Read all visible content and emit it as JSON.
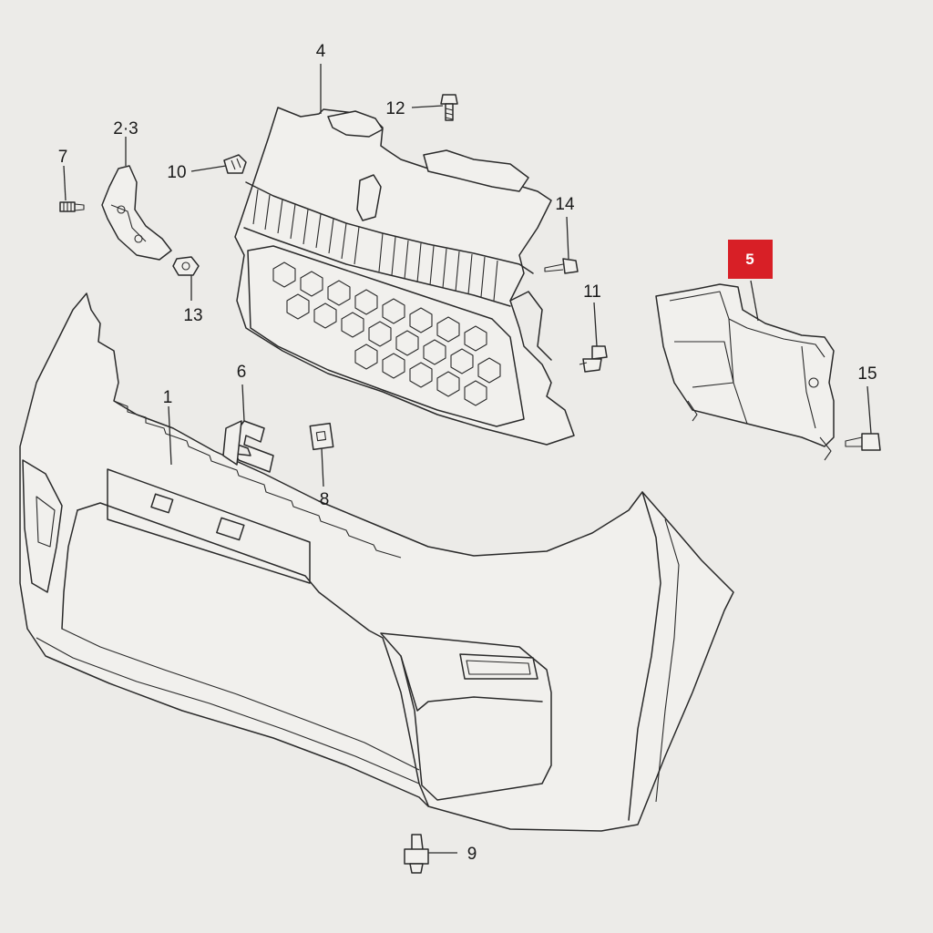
{
  "callouts": {
    "part_1": "1",
    "part_2_3": "2·3",
    "part_4": "4",
    "part_5": "5",
    "part_6": "6",
    "part_7": "7",
    "part_8": "8",
    "part_9": "9",
    "part_10": "10",
    "part_11": "11",
    "part_12": "12",
    "part_13": "13",
    "part_14": "14",
    "part_15": "15"
  },
  "highlight": {
    "part": "5",
    "color": "#d81f26"
  }
}
